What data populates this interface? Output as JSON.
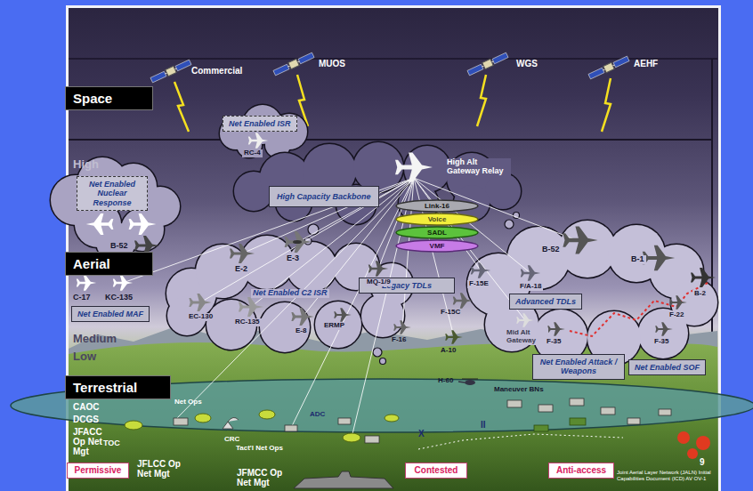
{
  "diagram": {
    "nodes": [
      {
        "text": [
          "Space"
        ]
      },
      {
        "text": [
          "Aerial"
        ]
      },
      {
        "text": [
          "Terrestrial"
        ]
      },
      {
        "text": [
          "Net Enabled ISR"
        ]
      },
      {
        "text": [
          "High Capacity Backbone"
        ]
      },
      {
        "text": [
          "Net Enabled Nuclear Response"
        ]
      },
      {
        "text": [
          "Link-16"
        ]
      },
      {
        "text": [
          "Voice"
        ]
      },
      {
        "text": [
          "SADL"
        ]
      },
      {
        "text": [
          "VMF"
        ]
      },
      {
        "text": [
          "Legacy TDLs"
        ]
      },
      {
        "text": [
          "Net Enabled MAF"
        ]
      },
      {
        "text": [
          "Advanced TDLs"
        ]
      },
      {
        "text": [
          "Net Enabled Attack / Weapons"
        ]
      },
      {
        "text": [
          "Net Enabled SOF"
        ]
      },
      {
        "text": [
          "Permissive"
        ]
      },
      {
        "text": [
          "Contested"
        ]
      },
      {
        "text": [
          "Anti-access"
        ]
      }
    ],
    "labels": [
      "Commercial",
      "MUOS",
      "WGS",
      "AEHF",
      "RC-4",
      "High",
      "High Alt Gateway Relay",
      "B-52",
      "E-2",
      "E-3",
      "MQ-1/9",
      "F-15E",
      "F/A-18",
      "B-52",
      "B-1",
      "C-17",
      "KC-135",
      "Net Enabled C2 ISR",
      "F-15C",
      "EC-130",
      "RC-135",
      "E-8",
      "ERMP",
      "F-22",
      "B-2",
      "Medium",
      "F-16",
      "A-10",
      "Mid Alt Gateway",
      "F-35",
      "F-35",
      "Low",
      "H-60",
      "Maneuver BNs",
      "CAOC",
      "DCGS",
      "JFACC Op Net Mgt",
      "Net Ops",
      "ADC",
      "II",
      "X",
      "TOC",
      "CRC",
      "Tact'l Net Ops",
      "JFLCC Op Net Mgt",
      "JFMCC Op Net Mgt",
      "9",
      "Joint Aerial Layer Network (JALN) Initial Capabilities Document (ICD) AV OV-1"
    ]
  }
}
